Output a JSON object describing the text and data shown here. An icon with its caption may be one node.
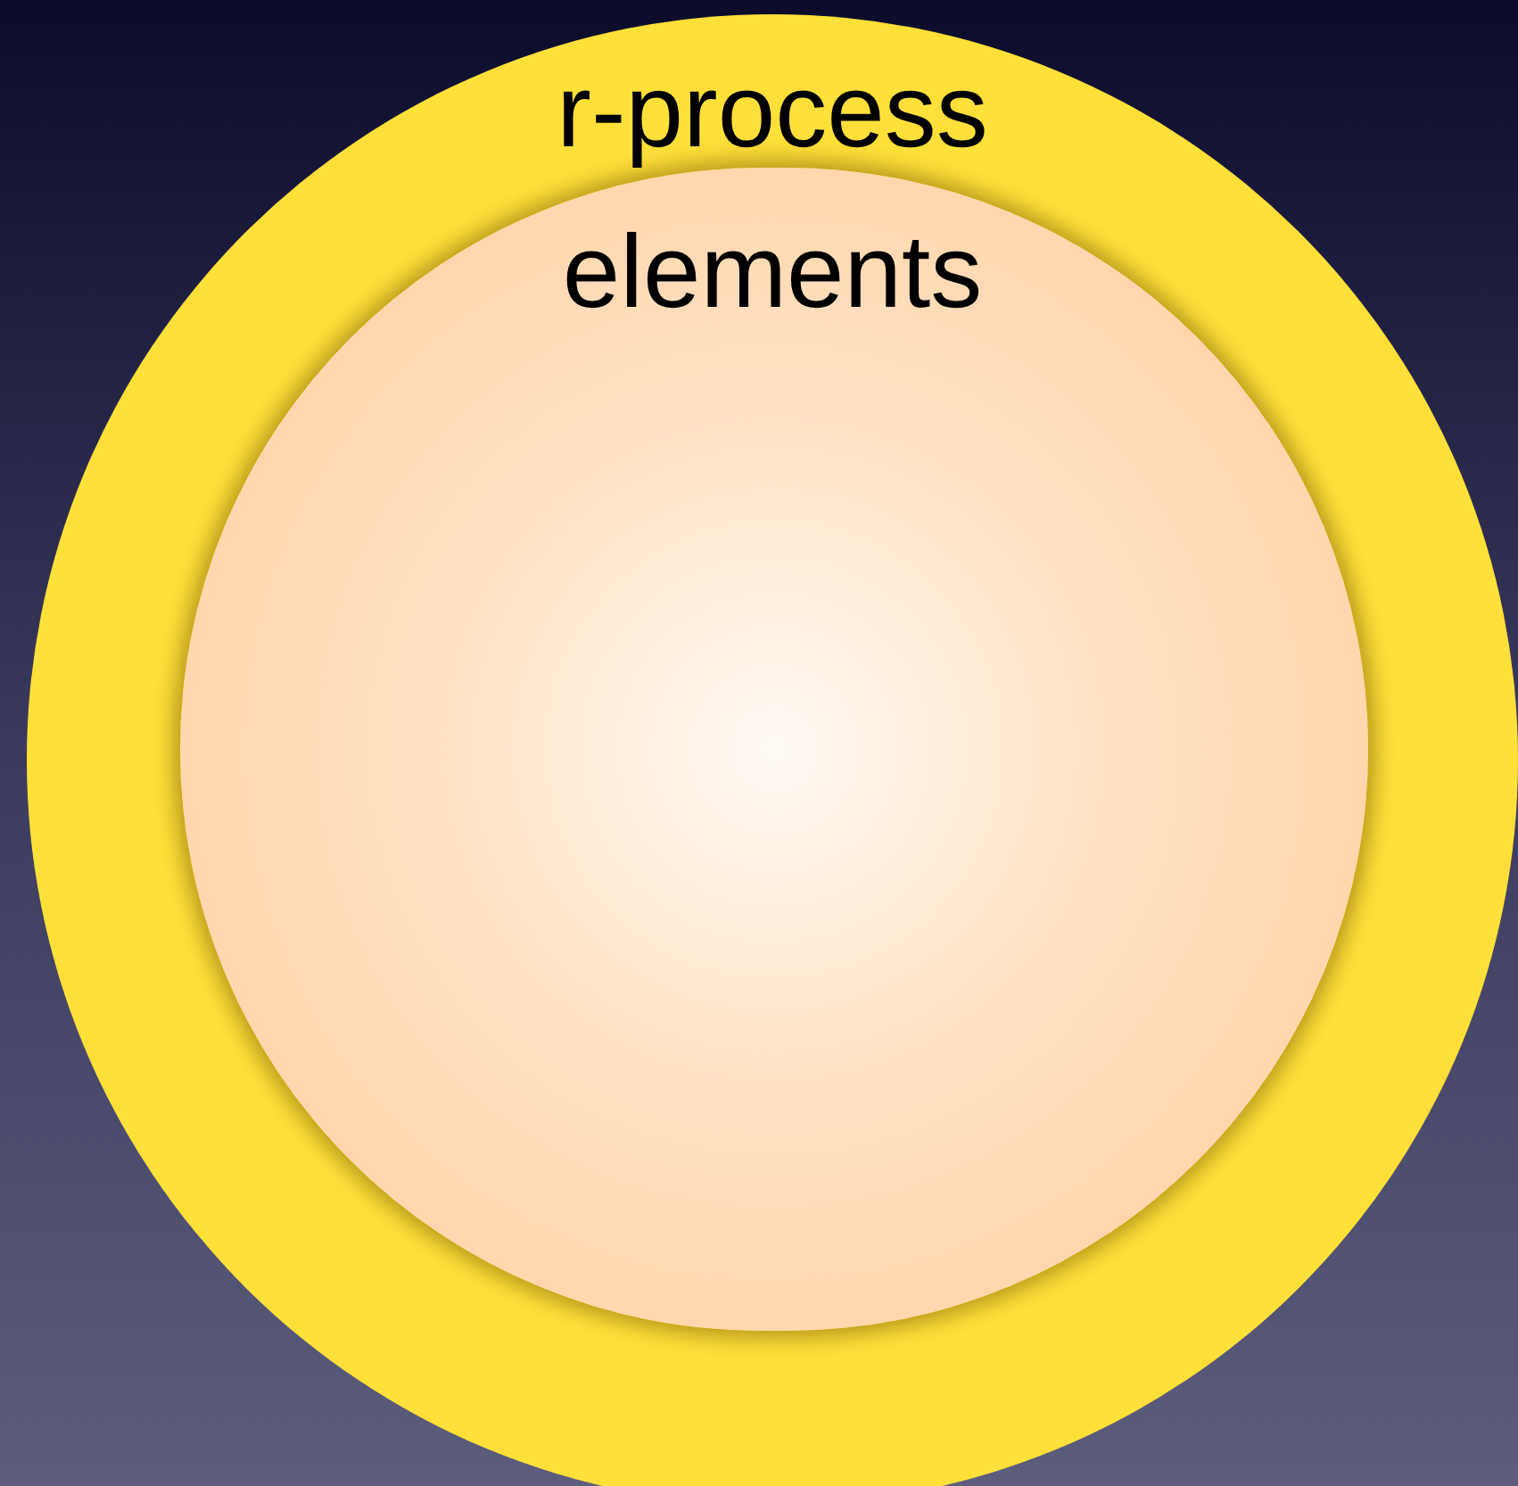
{
  "diagram": {
    "nodes": [
      {
        "text": [],
        "shape": "circle"
      },
      {
        "text": [],
        "shape": "circle",
        "in": 0
      }
    ],
    "labels": [
      "r-process elements"
    ]
  }
}
